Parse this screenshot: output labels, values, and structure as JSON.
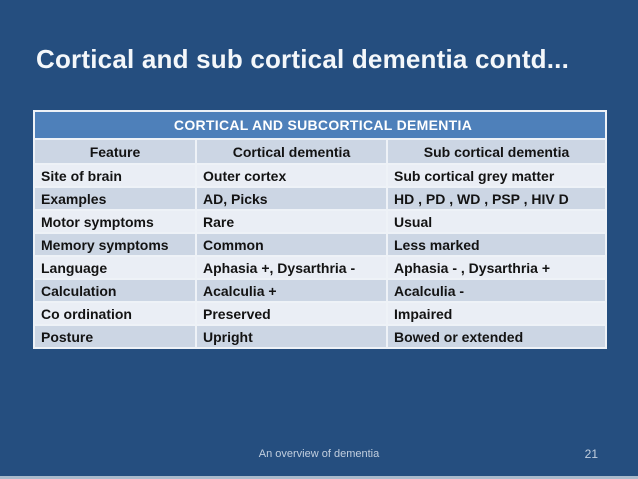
{
  "slide": {
    "title": "Cortical and sub cortical dementia contd..."
  },
  "table": {
    "header": "CORTICAL AND SUBCORTICAL DEMENTIA",
    "columns": [
      "Feature",
      "Cortical dementia",
      "Sub cortical dementia"
    ],
    "rows": [
      [
        "Site of brain",
        "Outer cortex",
        "Sub cortical grey matter"
      ],
      [
        "Examples",
        "AD, Picks",
        "HD , PD , WD , PSP , HIV D"
      ],
      [
        "Motor symptoms",
        "Rare",
        "Usual"
      ],
      [
        "Memory symptoms",
        "Common",
        "Less marked"
      ],
      [
        "Language",
        "Aphasia +, Dysarthria -",
        "Aphasia - , Dysarthria +"
      ],
      [
        "Calculation",
        "Acalculia +",
        "Acalculia -"
      ],
      [
        "Co ordination",
        "Preserved",
        "Impaired"
      ],
      [
        "Posture",
        "Upright",
        "Bowed or extended"
      ]
    ]
  },
  "footer": {
    "text": "An overview of dementia",
    "page_number": "21"
  },
  "colors": {
    "slide_background": "#254e7f",
    "table_header_blue": "#4e80ba",
    "row_light": "#eaeef5",
    "row_shaded": "#ccd6e4",
    "table_border": "#eef2f7",
    "title_text": "#f4f7fa",
    "table_text": "#131313",
    "footer_text": "#c2cfdf",
    "bottom_strip": "#a9bacb"
  }
}
